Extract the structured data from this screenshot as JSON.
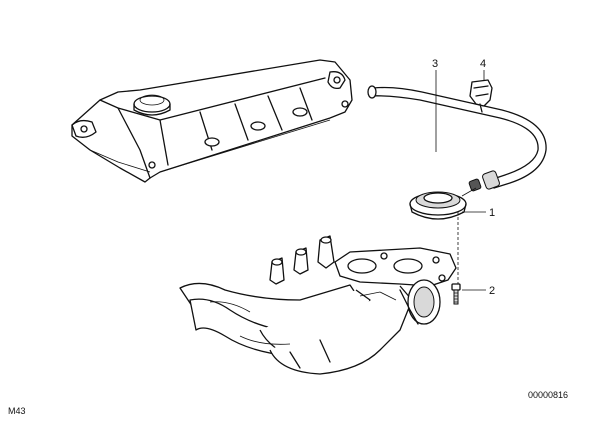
{
  "callouts": [
    {
      "id": "1",
      "text": "1"
    },
    {
      "id": "2",
      "text": "2"
    },
    {
      "id": "3",
      "text": "3"
    },
    {
      "id": "4",
      "text": "4"
    }
  ],
  "footer": {
    "left_code": "M43",
    "right_code": "00000816"
  },
  "colors": {
    "line": "#111111",
    "background": "#ffffff"
  }
}
